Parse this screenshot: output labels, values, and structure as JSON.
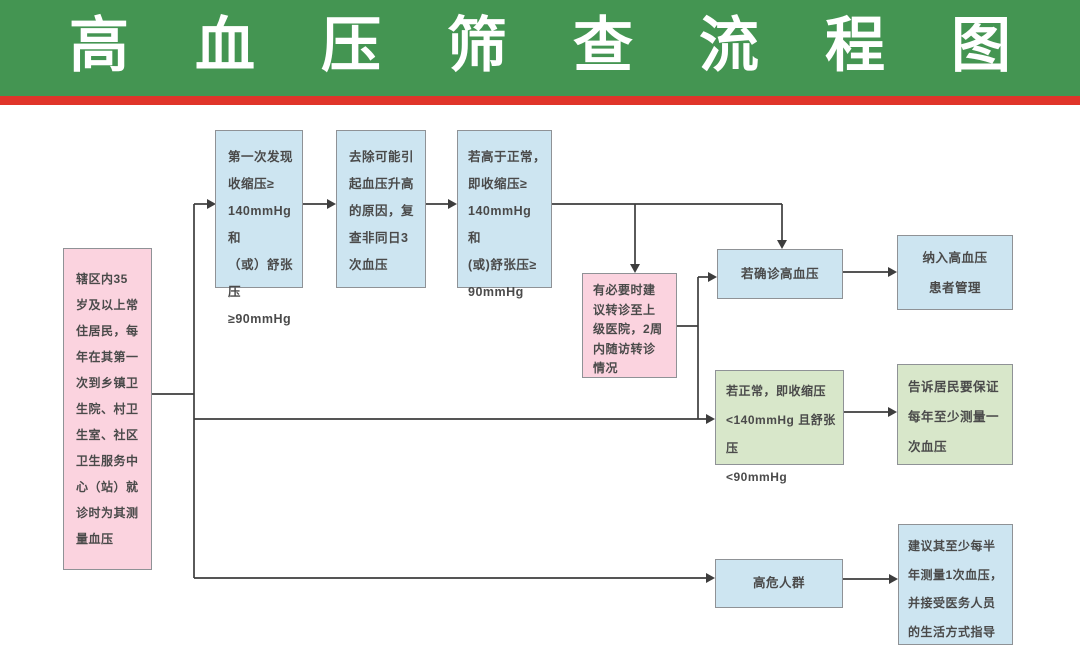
{
  "header": {
    "title": "高血压筛查流程图"
  },
  "colors": {
    "header-green": "#449552",
    "stripe-red": "#e0352a",
    "box-pink": "#fbd3df",
    "box-blue": "#cde5f1",
    "box-green": "#d8e7ca",
    "box-border": "#8f9296",
    "line-color": "#3d3d3d"
  },
  "flow": {
    "residents": "辖区内35\n岁及以上常\n住居民，每\n年在其第一\n次到乡镇卫\n生院、村卫\n生室、社区\n卫生服务中\n心（站）就\n诊时为其测\n量血压",
    "first_found": "第一次发现\n收缩压≥\n140mmHg 和\n（或）舒张\n压≥90mmHg",
    "remove_causes": "去除可能引\n起血压升高\n的原因，复\n查非同日3\n次血压",
    "above_normal": "若高于正常，\n即收缩压≥\n140mmHg 和\n(或)舒张压≥\n90mmHg",
    "referral": "有必要时建\n议转诊至上\n级医院，2周\n内随访转诊\n情况",
    "confirmed": "若确诊高血压",
    "management": "纳入高血压\n患者管理",
    "normal": "若正常，即收缩压\n<140mmHg 且舒张压\n<90mmHg",
    "remind": "告诉居民要保证\n每年至少测量一\n次血压",
    "highrisk": "高危人群",
    "advice": "建议其至少每半\n年测量1次血压，\n并接受医务人员\n的生活方式指导"
  }
}
